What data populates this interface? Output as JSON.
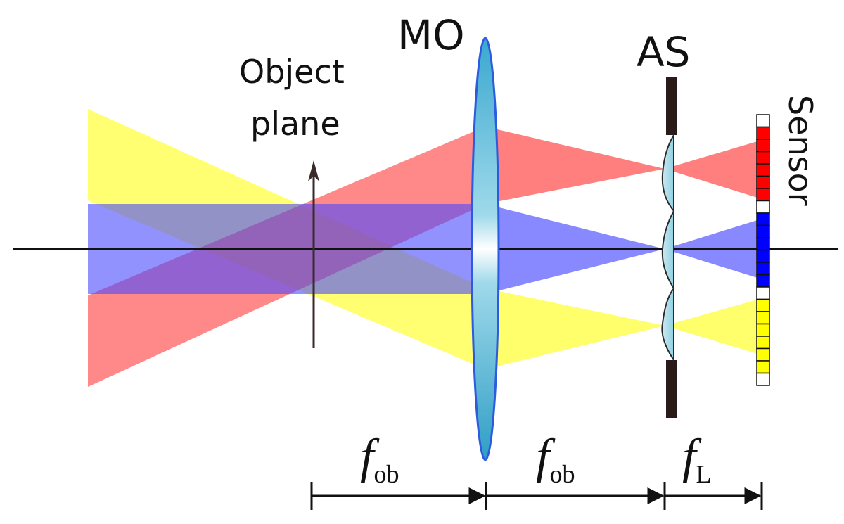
{
  "labels": {
    "object_plane_line1": "Object",
    "object_plane_line2": "plane",
    "mo": "MO",
    "as": "AS",
    "sensor": "Sensor"
  },
  "distances": [
    {
      "symbol": "f",
      "subscript": "ob"
    },
    {
      "symbol": "f",
      "subscript": "ob"
    },
    {
      "symbol": "f",
      "subscript": "L"
    }
  ],
  "colors": {
    "red_beam": "#ff3b3b",
    "blue_beam": "#4a4aff",
    "yellow_beam": "#ffff3a",
    "lens_fill": "#43b7d6",
    "lens_edge": "#2d5be0",
    "stop": "#2a1a1a",
    "sensor_red": "#ff0000",
    "sensor_blue": "#0000ff",
    "sensor_yellow": "#ffff00"
  },
  "sensor_pixels": [
    "white",
    "red",
    "red",
    "red",
    "red",
    "red",
    "red",
    "white",
    "blue",
    "blue",
    "blue",
    "blue",
    "blue",
    "blue",
    "white",
    "yellow",
    "yellow",
    "yellow",
    "yellow",
    "yellow",
    "yellow",
    "white"
  ]
}
